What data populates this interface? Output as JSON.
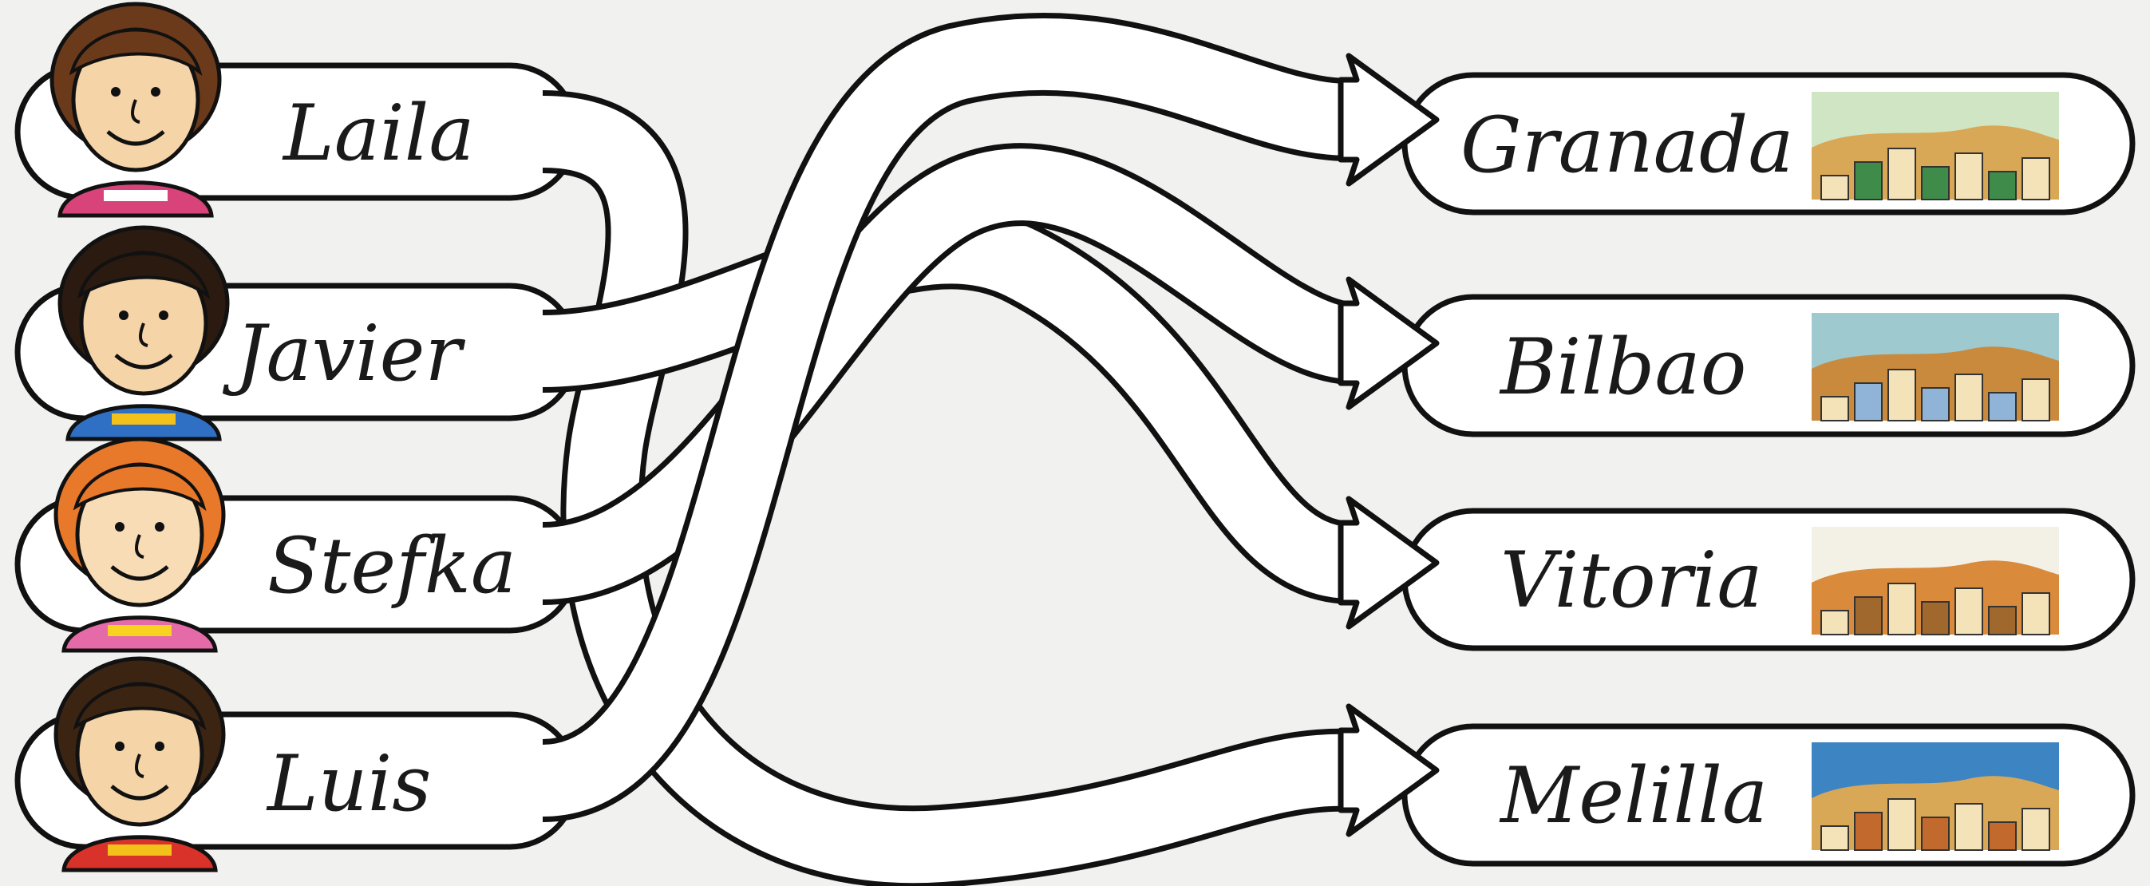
{
  "people": [
    {
      "name": "Laila",
      "hair": "#6b3a1a",
      "skin": "#f5d4a8",
      "shirt": "#d8437a",
      "shirt2": "#ffffff"
    },
    {
      "name": "Javier",
      "hair": "#2a1a10",
      "skin": "#f5d4a8",
      "shirt": "#2f6fc4",
      "shirt2": "#f2c21a"
    },
    {
      "name": "Stefka",
      "hair": "#e8782a",
      "skin": "#f7dcb6",
      "shirt": "#e46aa8",
      "shirt2": "#f7d21e"
    },
    {
      "name": "Luis",
      "hair": "#3b2412",
      "skin": "#f5d4a8",
      "shirt": "#d8322a",
      "shirt2": "#f2c21a"
    }
  ],
  "cities": [
    {
      "name": "Granada",
      "icon": "alhambra-icon",
      "sky": "#cfe5c4",
      "ground": "#d9a857",
      "accent": "#3f8c4a"
    },
    {
      "name": "Bilbao",
      "icon": "guggenheim-icon",
      "sky": "#9ec9cf",
      "ground": "#c98a3e",
      "accent": "#8fb4d8"
    },
    {
      "name": "Vitoria",
      "icon": "cathedral-icon",
      "sky": "#f3f1e6",
      "ground": "#d98a3b",
      "accent": "#a0682c"
    },
    {
      "name": "Melilla",
      "icon": "fortress-icon",
      "sky": "#3d84c2",
      "ground": "#d9a857",
      "accent": "#c26a2e"
    }
  ]
}
